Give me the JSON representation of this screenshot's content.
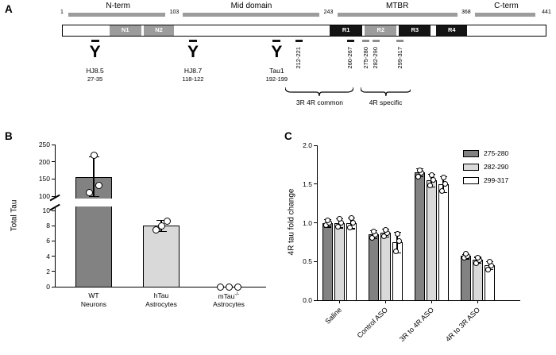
{
  "figure": {
    "background": "#ffffff",
    "panel_labels": {
      "a": "A",
      "b": "B",
      "c": "C"
    }
  },
  "panel_a": {
    "total_residues": 441,
    "ruler_numbers": [
      {
        "text": "1",
        "residue": 1
      },
      {
        "text": "103",
        "residue": 103
      },
      {
        "text": "243",
        "residue": 243
      },
      {
        "text": "368",
        "residue": 368
      },
      {
        "text": "441",
        "residue": 441
      }
    ],
    "region_labels": [
      {
        "label": "N-term",
        "start": 1,
        "end": 103
      },
      {
        "label": "Mid domain",
        "start": 103,
        "end": 243
      },
      {
        "label": "MTBR",
        "start": 243,
        "end": 368
      },
      {
        "label": "C-term",
        "start": 368,
        "end": 441
      }
    ],
    "protein_segments": [
      {
        "label": "N1",
        "start": 44,
        "end": 73,
        "fill": "#9c9c9c",
        "text_color": "#ffffff"
      },
      {
        "label": "N2",
        "start": 75,
        "end": 103,
        "fill": "#9c9c9c",
        "text_color": "#ffffff"
      },
      {
        "label": "R1",
        "start": 244,
        "end": 274,
        "fill": "#141414",
        "text_color": "#ffffff"
      },
      {
        "label": "R2",
        "start": 276,
        "end": 305,
        "fill": "#9c9c9c",
        "text_color": "#ffffff"
      },
      {
        "label": "R3",
        "start": 307,
        "end": 336,
        "fill": "#141414",
        "text_color": "#ffffff"
      },
      {
        "label": "R4",
        "start": 341,
        "end": 369,
        "fill": "#141414",
        "text_color": "#ffffff"
      }
    ],
    "antibodies": [
      {
        "symbol": "Y",
        "name": "HJ8.5",
        "epitope": "27-35",
        "residue": 31
      },
      {
        "symbol": "Y",
        "name": "HJ8.7",
        "epitope": "118-122",
        "residue": 120
      },
      {
        "symbol": "Y",
        "name": "Tau1",
        "epitope": "192-199",
        "residue": 196
      }
    ],
    "probe_sites": [
      {
        "label": "212-221",
        "residue": 216,
        "tick_color": "#141414"
      },
      {
        "label": "260-267",
        "residue": 263,
        "tick_color": "#141414"
      },
      {
        "label": "275-280",
        "residue": 277,
        "tick_color": "#8c8c8c"
      },
      {
        "label": "282-290",
        "residue": 286,
        "tick_color": "#8c8c8c"
      },
      {
        "label": "299-317",
        "residue": 308,
        "tick_color": "#8c8c8c"
      }
    ],
    "braces": [
      {
        "label": "3R 4R common",
        "start_residue": 204,
        "end_residue": 266
      },
      {
        "label": "4R specific",
        "start_residue": 272,
        "end_residue": 318
      }
    ]
  },
  "chart_data": [
    {
      "id": "panel_b",
      "type": "bar",
      "ylabel": "Total Tau",
      "axis_break": {
        "lower_range": [
          0,
          10
        ],
        "upper_range": [
          100,
          250
        ],
        "lower_ticks": [
          0,
          2,
          4,
          6,
          8,
          10
        ],
        "upper_ticks": [
          100,
          150,
          200,
          250
        ]
      },
      "categories": [
        {
          "line1": "WT",
          "sup": "",
          "line2": "Neurons"
        },
        {
          "line1": "hTau",
          "sup": "",
          "line2": "Astrocytes"
        },
        {
          "line1": "mTau",
          "sup": "-/-",
          "line2": "Astrocytes"
        }
      ],
      "values": [
        155,
        8,
        0
      ],
      "error_low": [
        100,
        7.3,
        0
      ],
      "error_high": [
        215,
        8.8,
        0
      ],
      "points": [
        [
          110,
          132,
          220
        ],
        [
          7.5,
          8.0,
          8.6
        ],
        [
          0,
          0,
          0
        ]
      ],
      "bar_fills": [
        "#828282",
        "#d9d9d9",
        "#ffffff"
      ]
    },
    {
      "id": "panel_c",
      "type": "bar",
      "grouped": true,
      "ylabel": "4R tau fold change",
      "ylim": [
        0,
        2
      ],
      "yticks": [
        "0.0",
        "0.5",
        "1.0",
        "1.5",
        "2.0"
      ],
      "categories": [
        "Saline",
        "Control ASO",
        "3R to 4R ASO",
        "4R to 3R ASO"
      ],
      "series": [
        {
          "name": "275-280",
          "fill": "#828282",
          "values": [
            1.0,
            0.85,
            1.65,
            0.57
          ],
          "error_low": [
            0.95,
            0.8,
            1.6,
            0.54
          ],
          "error_high": [
            1.05,
            0.9,
            1.7,
            0.6
          ],
          "points": [
            [
              0.97,
              1.0,
              1.03
            ],
            [
              0.81,
              0.85,
              0.89
            ],
            [
              1.6,
              1.65,
              1.68
            ],
            [
              0.55,
              0.57,
              0.6
            ]
          ]
        },
        {
          "name": "282-290",
          "fill": "#d9d9d9",
          "values": [
            1.0,
            0.87,
            1.55,
            0.52
          ],
          "error_low": [
            0.94,
            0.82,
            1.47,
            0.48
          ],
          "error_high": [
            1.06,
            0.92,
            1.63,
            0.56
          ],
          "points": [
            [
              0.95,
              1.0,
              1.05
            ],
            [
              0.83,
              0.87,
              0.91
            ],
            [
              1.48,
              1.55,
              1.62
            ],
            [
              0.48,
              0.52,
              0.55
            ]
          ]
        },
        {
          "name": "299-317",
          "fill": "#ffffff",
          "values": [
            1.0,
            0.75,
            1.5,
            0.45
          ],
          "error_low": [
            0.93,
            0.62,
            1.4,
            0.4
          ],
          "error_high": [
            1.07,
            0.88,
            1.6,
            0.5
          ],
          "points": [
            [
              0.94,
              1.0,
              1.06
            ],
            [
              0.63,
              0.76,
              0.86
            ],
            [
              1.41,
              1.5,
              1.58
            ],
            [
              0.4,
              0.45,
              0.5
            ]
          ]
        }
      ],
      "legend": {
        "position": "top-right"
      }
    }
  ]
}
